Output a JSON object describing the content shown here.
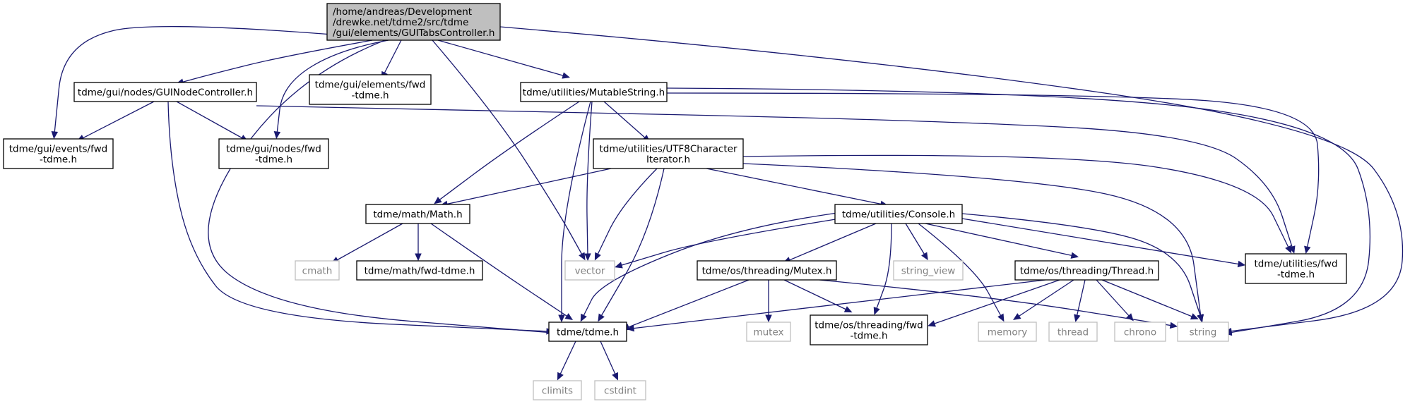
{
  "graph": {
    "colors": {
      "edge": "#191970",
      "root_fill": "#bfbfbf",
      "node_border": "#000000",
      "system_border": "#bfbfbf",
      "system_text": "#808080"
    },
    "nodes": [
      {
        "id": "root",
        "kind": "root",
        "lines": [
          "/home/andreas/Development",
          "/drewke.net/tdme2/src/tdme",
          "/gui/elements/GUITabsController.h"
        ]
      },
      {
        "id": "nodectl",
        "kind": "primary",
        "lines": [
          "tdme/gui/nodes/GUINodeController.h"
        ]
      },
      {
        "id": "elemfwd",
        "kind": "primary",
        "lines": [
          "tdme/gui/elements/fwd",
          "-tdme.h"
        ]
      },
      {
        "id": "mutstr",
        "kind": "primary",
        "lines": [
          "tdme/utilities/MutableString.h"
        ]
      },
      {
        "id": "evfwd",
        "kind": "primary",
        "lines": [
          "tdme/gui/events/fwd",
          "-tdme.h"
        ]
      },
      {
        "id": "nodesfwd",
        "kind": "primary",
        "lines": [
          "tdme/gui/nodes/fwd",
          "-tdme.h"
        ]
      },
      {
        "id": "utf8",
        "kind": "primary",
        "lines": [
          "tdme/utilities/UTF8Character",
          "Iterator.h"
        ]
      },
      {
        "id": "math",
        "kind": "primary",
        "lines": [
          "tdme/math/Math.h"
        ]
      },
      {
        "id": "console",
        "kind": "primary",
        "lines": [
          "tdme/utilities/Console.h"
        ]
      },
      {
        "id": "cmath",
        "kind": "system",
        "lines": [
          "cmath"
        ]
      },
      {
        "id": "mathfwd",
        "kind": "primary",
        "lines": [
          "tdme/math/fwd-tdme.h"
        ]
      },
      {
        "id": "vector",
        "kind": "system",
        "lines": [
          "vector"
        ]
      },
      {
        "id": "mutex_h",
        "kind": "primary",
        "lines": [
          "tdme/os/threading/Mutex.h"
        ]
      },
      {
        "id": "string_view",
        "kind": "system",
        "lines": [
          "string_view"
        ]
      },
      {
        "id": "thread_h",
        "kind": "primary",
        "lines": [
          "tdme/os/threading/Thread.h"
        ]
      },
      {
        "id": "utilfwd",
        "kind": "primary",
        "lines": [
          "tdme/utilities/fwd",
          "-tdme.h"
        ]
      },
      {
        "id": "tdme",
        "kind": "primary",
        "lines": [
          "tdme/tdme.h"
        ]
      },
      {
        "id": "mutex",
        "kind": "system",
        "lines": [
          "mutex"
        ]
      },
      {
        "id": "threadfwd",
        "kind": "primary",
        "lines": [
          "tdme/os/threading/fwd",
          "-tdme.h"
        ]
      },
      {
        "id": "memory",
        "kind": "system",
        "lines": [
          "memory"
        ]
      },
      {
        "id": "thread",
        "kind": "system",
        "lines": [
          "thread"
        ]
      },
      {
        "id": "chrono",
        "kind": "system",
        "lines": [
          "chrono"
        ]
      },
      {
        "id": "string",
        "kind": "system",
        "lines": [
          "string"
        ]
      },
      {
        "id": "climits",
        "kind": "system",
        "lines": [
          "climits"
        ]
      },
      {
        "id": "cstdint",
        "kind": "system",
        "lines": [
          "cstdint"
        ]
      }
    ],
    "edges": [
      [
        "root",
        "evfwd"
      ],
      [
        "root",
        "nodectl"
      ],
      [
        "root",
        "nodesfwd"
      ],
      [
        "root",
        "tdme"
      ],
      [
        "root",
        "elemfwd"
      ],
      [
        "root",
        "vector"
      ],
      [
        "root",
        "mutstr"
      ],
      [
        "root",
        "string"
      ],
      [
        "nodectl",
        "evfwd"
      ],
      [
        "nodectl",
        "nodesfwd"
      ],
      [
        "nodectl",
        "tdme"
      ],
      [
        "nodectl",
        "utilfwd"
      ],
      [
        "mutstr",
        "math"
      ],
      [
        "mutstr",
        "vector"
      ],
      [
        "mutstr",
        "tdme"
      ],
      [
        "mutstr",
        "utf8"
      ],
      [
        "mutstr",
        "utilfwd"
      ],
      [
        "mutstr",
        "string"
      ],
      [
        "utf8",
        "math"
      ],
      [
        "utf8",
        "vector"
      ],
      [
        "utf8",
        "tdme"
      ],
      [
        "utf8",
        "console"
      ],
      [
        "utf8",
        "utilfwd"
      ],
      [
        "utf8",
        "string"
      ],
      [
        "math",
        "cmath"
      ],
      [
        "math",
        "mathfwd"
      ],
      [
        "math",
        "tdme"
      ],
      [
        "console",
        "vector"
      ],
      [
        "console",
        "tdme"
      ],
      [
        "console",
        "mutex_h"
      ],
      [
        "console",
        "string_view"
      ],
      [
        "console",
        "threadfwd"
      ],
      [
        "console",
        "memory"
      ],
      [
        "console",
        "thread_h"
      ],
      [
        "console",
        "utilfwd"
      ],
      [
        "console",
        "string"
      ],
      [
        "mutex_h",
        "tdme"
      ],
      [
        "mutex_h",
        "mutex"
      ],
      [
        "mutex_h",
        "threadfwd"
      ],
      [
        "mutex_h",
        "string"
      ],
      [
        "thread_h",
        "tdme"
      ],
      [
        "thread_h",
        "threadfwd"
      ],
      [
        "thread_h",
        "memory"
      ],
      [
        "thread_h",
        "thread"
      ],
      [
        "thread_h",
        "chrono"
      ],
      [
        "thread_h",
        "string"
      ],
      [
        "tdme",
        "climits"
      ],
      [
        "tdme",
        "cstdint"
      ]
    ]
  }
}
